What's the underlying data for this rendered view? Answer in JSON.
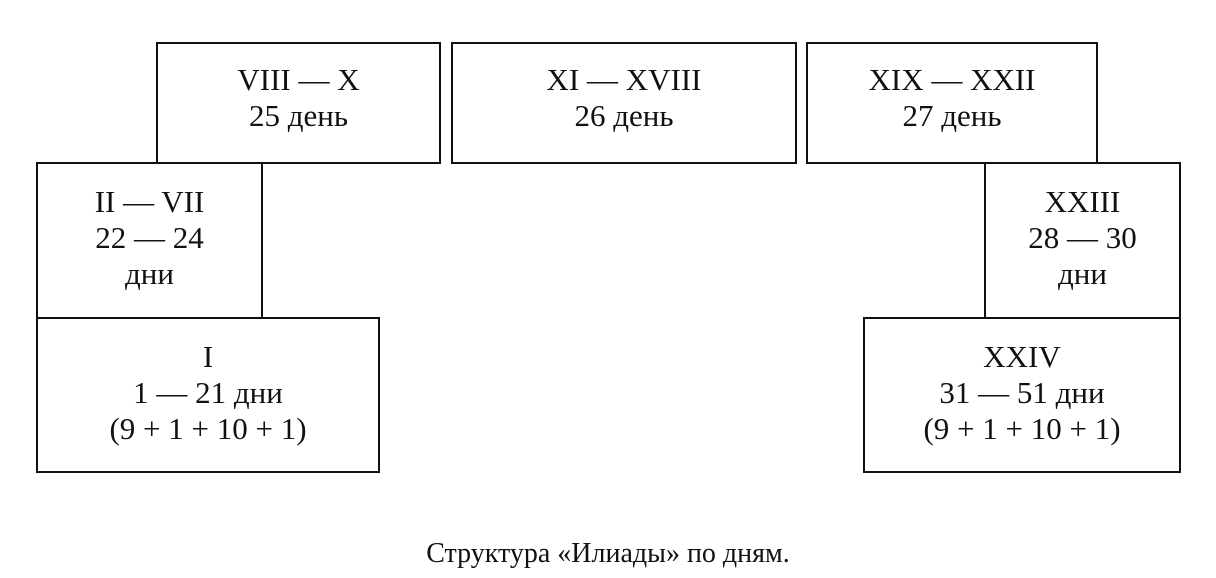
{
  "boxes": [
    {
      "books": "VIII — X",
      "days": "25 день"
    },
    {
      "books": "XI — XVIII",
      "days": "26 день"
    },
    {
      "books": "XIX — XXII",
      "days": "27 день"
    },
    {
      "books": "II — VII",
      "days": "22 — 24",
      "unit": "дни"
    },
    {
      "books": "XXIII",
      "days": "28 — 30",
      "unit": "дни"
    },
    {
      "books": "I",
      "days": "1 — 21 дни",
      "breakdown": "(9 + 1 + 10 + 1)"
    },
    {
      "books": "XXIV",
      "days": "31 — 51 дни",
      "breakdown": "(9 + 1 + 10 + 1)"
    }
  ],
  "caption": "Структура «Илиады» по дням."
}
